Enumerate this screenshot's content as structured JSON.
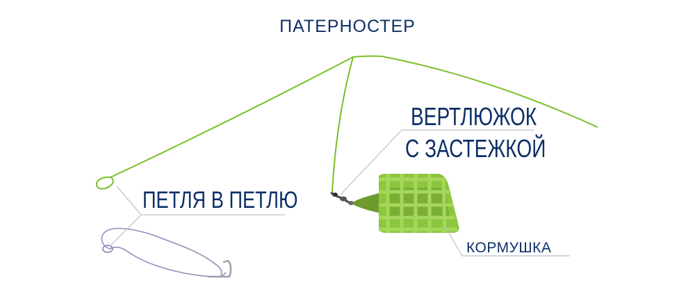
{
  "title": "ПАТЕРНОСТЕР",
  "labels": {
    "swivel_line1": "ВЕРТЛЮЖОК",
    "swivel_line2": "С ЗАСТЕЖКОЙ",
    "loop": "ПЕТЛЯ В ПЕТЛЮ",
    "feeder": "КОРМУШКА"
  },
  "colors": {
    "text": "#0d2f66",
    "line": "#7cbe2a",
    "feeder": "#8cc63f",
    "feeder_dark": "#6e9a2e",
    "leash": "#8a90b8",
    "pointer": "#b6c0cc"
  },
  "icons": [
    "hook-icon",
    "swivel-icon",
    "feeder-cage-icon"
  ]
}
